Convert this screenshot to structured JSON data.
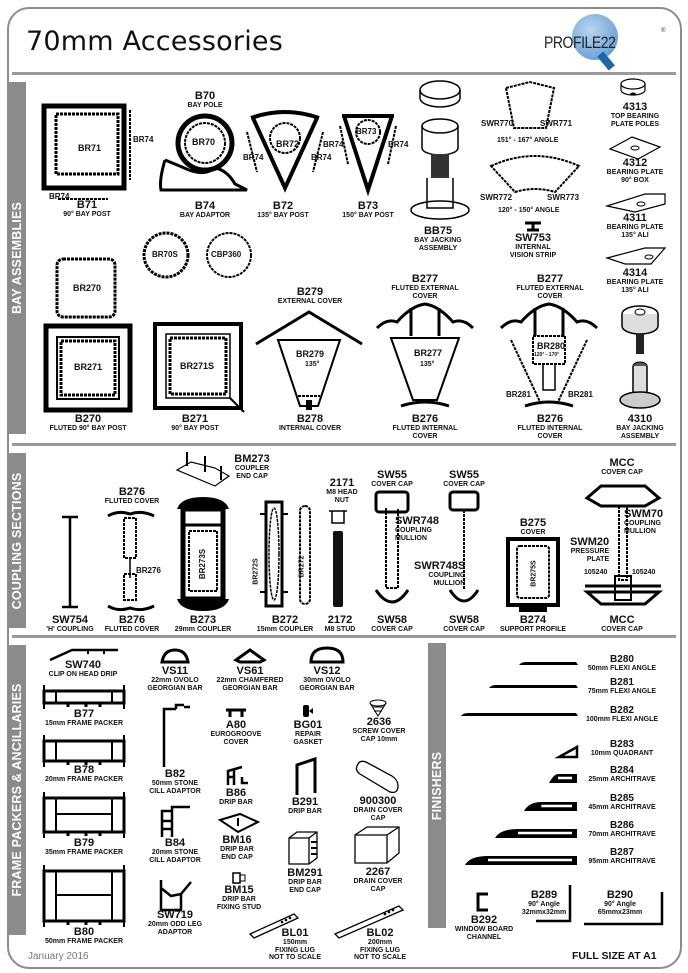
{
  "header": {
    "title": "70mm Accessories",
    "logo_text": "PROFILE22",
    "logo_mark": "®"
  },
  "colors": {
    "section_bar": "#8b8b8b",
    "divider": "#9a9a9a",
    "frame": "#8c8c8c",
    "logo_blue": "#6fa6d8",
    "logo_dark_blue": "#1f66a8"
  },
  "sections": {
    "bay": "BAY ASSEMBLIES",
    "coupling": "COUPLING SECTIONS",
    "frame": "FRAME PACKERS & ANCILLARIES",
    "finishers": "FINISHERS"
  },
  "bay_items": {
    "b71": {
      "code": "B71",
      "desc": "90° BAY POST",
      "parts": [
        "BR71",
        "BR74",
        "BR74"
      ]
    },
    "b70": {
      "code": "B70",
      "desc": "BAY POLE",
      "parts": [
        "BR70"
      ]
    },
    "b74": {
      "code": "B74",
      "desc": "BAY ADAPTOR"
    },
    "b72": {
      "code": "B72",
      "desc": "135° BAY POST",
      "parts": [
        "BR72",
        "BR74",
        "BR74"
      ]
    },
    "b73": {
      "code": "B73",
      "desc": "150° BAY POST",
      "parts": [
        "BR73",
        "BR74",
        "BR74"
      ]
    },
    "bb75": {
      "code": "BB75",
      "desc1": "BAY JACKING",
      "desc2": "ASSEMBLY"
    },
    "swr_a": {
      "left": "SWR770",
      "right": "SWR771",
      "angle": "151° - 167° ANGLE"
    },
    "swr_b": {
      "left": "SWR772",
      "right": "SWR773",
      "angle": "120° - 150° ANGLE"
    },
    "sw753": {
      "code": "SW753",
      "desc1": "INTERNAL",
      "desc2": "VISION STRIP"
    },
    "p4313": {
      "code": "4313",
      "desc1": "TOP BEARING",
      "desc2": "PLATE POLES"
    },
    "p4312": {
      "code": "4312",
      "desc1": "BEARING PLATE",
      "desc2": "90° BOX"
    },
    "p4311": {
      "code": "4311",
      "desc1": "BEARING PLATE",
      "desc2": "135° ALI"
    },
    "p4314": {
      "code": "4314",
      "desc1": "BEARING PLATE",
      "desc2": "135° ALI"
    },
    "br70s": "BR70S",
    "cbp360": "CBP360",
    "br270": "BR270",
    "b270": {
      "code": "B270",
      "desc": "FLUTED 90° BAY POST",
      "part": "BR271"
    },
    "b271": {
      "code": "B271",
      "desc": "90° BAY POST",
      "part": "BR271S"
    },
    "b279": {
      "code": "B279",
      "desc": "EXTERNAL COVER"
    },
    "b278": {
      "code": "B278",
      "desc": "INTERNAL COVER",
      "part": "BR279",
      "angle": "135°"
    },
    "b277a": {
      "code": "B277",
      "desc1": "FLUTED EXTERNAL",
      "desc2": "COVER"
    },
    "b276a": {
      "code": "B276",
      "desc1": "FLUTED INTERNAL",
      "desc2": "COVER",
      "part": "BR277",
      "angle": "135°"
    },
    "b277b": {
      "code": "B277",
      "desc1": "FLUTED EXTERNAL",
      "desc2": "COVER"
    },
    "b276b": {
      "code": "B276",
      "desc1": "FLUTED INTERNAL",
      "desc2": "COVER",
      "part": "BR280",
      "angle": "120° - 170°",
      "side_left": "BR281",
      "side_right": "BR281"
    },
    "p4310": {
      "code": "4310",
      "desc1": "BAY JACKING",
      "desc2": "ASSEMBLY"
    }
  },
  "coupling_items": {
    "sw754": {
      "code": "SW754",
      "desc": "'H' COUPLING"
    },
    "b276top": {
      "code": "B276",
      "desc": "FLUTED COVER"
    },
    "b276": {
      "code": "B276",
      "desc": "FLUTED COVER",
      "part": "BR276"
    },
    "bm273": {
      "code": "BM273",
      "desc1": "COUPLER",
      "desc2": "END CAP"
    },
    "b273": {
      "code": "B273",
      "desc": "29mm COUPLER",
      "part": "BR273S"
    },
    "b272": {
      "code": "B272",
      "desc": "15mm COUPLER",
      "part1": "BR272S",
      "part2": "BR272"
    },
    "n2171": {
      "code": "2171",
      "desc1": "M8 HEAD",
      "desc2": "NUT"
    },
    "n2172": {
      "code": "2172",
      "desc": "M8 STUD"
    },
    "sw55a": {
      "code": "SW55",
      "desc": "COVER CAP"
    },
    "swr748": {
      "code": "SWR748",
      "desc1": "COUPLING",
      "desc2": "MULLION"
    },
    "sw58a": {
      "code": "SW58",
      "desc": "COVER CAP"
    },
    "sw55b": {
      "code": "SW55",
      "desc": "COVER CAP"
    },
    "swr748s": {
      "code": "SWR748S",
      "desc1": "COUPLING",
      "desc2": "MULLION"
    },
    "sw58b": {
      "code": "SW58",
      "desc": "COVER CAP"
    },
    "b275": {
      "code": "B275",
      "desc": "COVER",
      "part": "BR275S"
    },
    "b274": {
      "code": "B274",
      "desc": "SUPPORT PROFILE"
    },
    "mcc_top": {
      "code": "MCC",
      "desc": "COVER CAP"
    },
    "swm70": {
      "code": "SWM70",
      "desc1": "COUPLING",
      "desc2": "MULLION"
    },
    "swm20": {
      "code": "SWM20",
      "desc1": "PRESSURE",
      "desc2": "PLATE"
    },
    "p105240a": "105240",
    "p105240b": "105240",
    "mcc_bottom": {
      "code": "MCC",
      "desc": "COVER CAP"
    }
  },
  "frame_items": {
    "sw740": {
      "code": "SW740",
      "desc": "CLIP ON HEAD DRIP"
    },
    "b77": {
      "code": "B77",
      "desc": "15mm FRAME PACKER"
    },
    "b78": {
      "code": "B78",
      "desc": "20mm FRAME PACKER"
    },
    "b79": {
      "code": "B79",
      "desc": "35mm FRAME PACKER"
    },
    "b80": {
      "code": "B80",
      "desc": "50mm FRAME PACKER"
    },
    "vs11": {
      "code": "VS11",
      "desc1": "22mm OVOLO",
      "desc2": "GEORGIAN BAR"
    },
    "vs61": {
      "code": "VS61",
      "desc1": "22mm CHAMFERED",
      "desc2": "GEORGIAN BAR"
    },
    "vs12": {
      "code": "VS12",
      "desc1": "30mm OVOLO",
      "desc2": "GEORGIAN BAR"
    },
    "a80": {
      "code": "A80",
      "desc1": "EUROGROOVE",
      "desc2": "COVER"
    },
    "bg01": {
      "code": "BG01",
      "desc1": "REPAIR",
      "desc2": "GASKET"
    },
    "s2636": {
      "code": "2636",
      "desc1": "SCREW COVER",
      "desc2": "CAP 10mm"
    },
    "b82": {
      "code": "B82",
      "desc1": "50mm STONE",
      "desc2": "CILL ADAPTOR"
    },
    "b86": {
      "code": "B86",
      "desc": "DRIP BAR"
    },
    "b291": {
      "code": "B291",
      "desc": "DRIP BAR"
    },
    "d900300": {
      "code": "900300",
      "desc1": "DRAIN COVER",
      "desc2": "CAP"
    },
    "b84": {
      "code": "B84",
      "desc1": "20mm STONE",
      "desc2": "CILL ADAPTOR"
    },
    "bm16": {
      "code": "BM16",
      "desc1": "DRIP BAR",
      "desc2": "END CAP"
    },
    "bm291": {
      "code": "BM291",
      "desc1": "DRIP BAR",
      "desc2": "END CAP"
    },
    "d2267": {
      "code": "2267",
      "desc1": "DRAIN COVER",
      "desc2": "CAP"
    },
    "bm15": {
      "code": "BM15",
      "desc1": "DRIP BAR",
      "desc2": "FIXING STUD"
    },
    "sw719": {
      "code": "SW719",
      "desc1": "20mm ODD LEG",
      "desc2": "ADAPTOR"
    },
    "bl01": {
      "code": "BL01",
      "desc1": "150mm",
      "desc2": "FIXING LUG",
      "desc3": "NOT TO SCALE"
    },
    "bl02": {
      "code": "BL02",
      "desc1": "200mm",
      "desc2": "FIXING LUG",
      "desc3": "NOT TO SCALE"
    }
  },
  "finisher_items": [
    {
      "code": "B280",
      "desc": "50mm FLEXI ANGLE"
    },
    {
      "code": "B281",
      "desc": "75mm FLEXI ANGLE"
    },
    {
      "code": "B282",
      "desc": "100mm FLEXI ANGLE"
    },
    {
      "code": "B283",
      "desc": "10mm QUADRANT"
    },
    {
      "code": "B284",
      "desc": "25mm ARCHITRAVE"
    },
    {
      "code": "B285",
      "desc": "45mm ARCHITRAVE"
    },
    {
      "code": "B286",
      "desc": "70mm ARCHITRAVE"
    },
    {
      "code": "B287",
      "desc": "95mm ARCHITRAVE"
    }
  ],
  "finisher_extra": {
    "b292": {
      "code": "B292",
      "desc1": "WINDOW BOARD",
      "desc2": "CHANNEL"
    },
    "b289": {
      "code": "B289",
      "desc1": "90° Angle",
      "desc2": "32mmx32mm"
    },
    "b290": {
      "code": "B290",
      "desc1": "90° Angle",
      "desc2": "65mmx23mm"
    }
  },
  "footer": {
    "date": "January 2016",
    "note": "FULL SIZE AT A1"
  }
}
